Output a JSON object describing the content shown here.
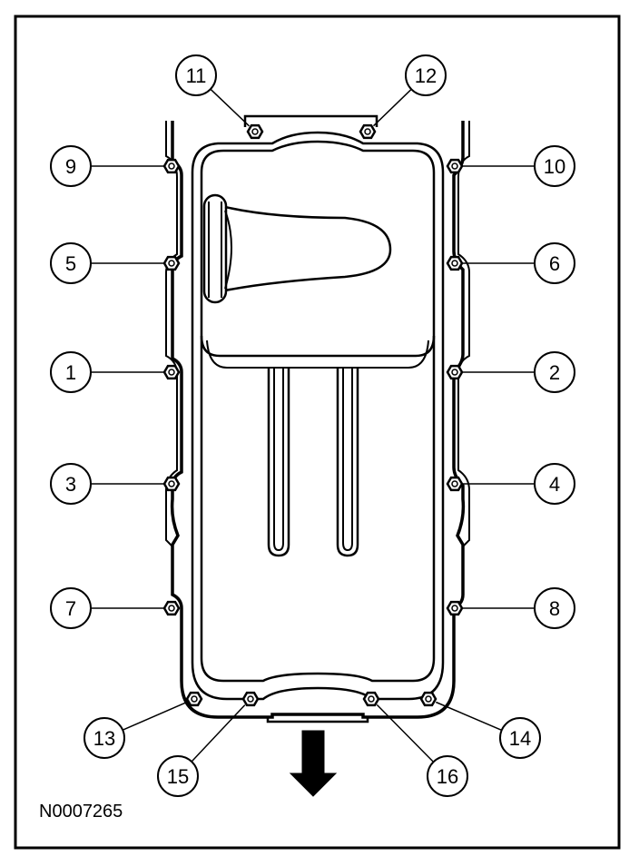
{
  "diagram": {
    "reference_code": "N0007265",
    "direction_arrow_icon": "arrow-down-icon",
    "bolt_icon": "hex-bolt-icon",
    "colors": {
      "line": "#000000",
      "background": "#ffffff"
    },
    "callouts": [
      "1",
      "2",
      "3",
      "4",
      "5",
      "6",
      "7",
      "8",
      "9",
      "10",
      "11",
      "12",
      "13",
      "14",
      "15",
      "16"
    ]
  }
}
